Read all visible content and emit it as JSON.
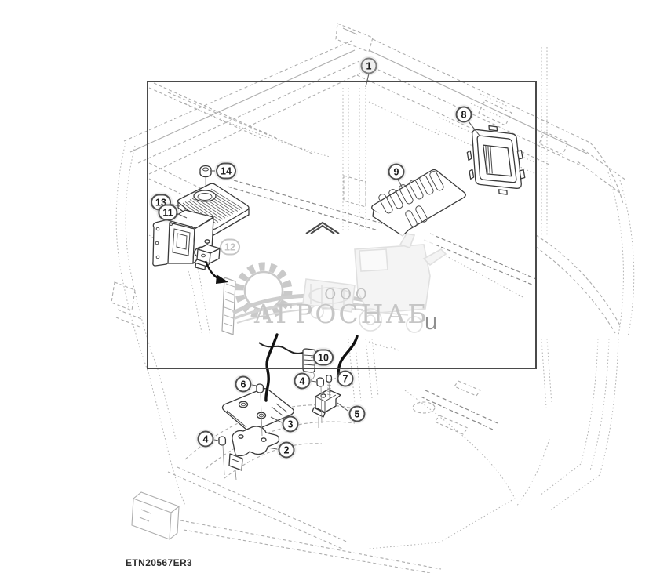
{
  "figure": {
    "code": "ETN20567ER3",
    "type_hint": "exploded parts line drawing of tractor cab interior with numbered callouts"
  },
  "watermark": {
    "org_form": "ООО",
    "company": "АГРОСНАБ",
    "stray_char": "u",
    "icons": [
      "gear-wheat-icon",
      "combine-harvester-icon"
    ],
    "text_color": "#c6c6c6"
  },
  "callouts": {
    "c1": {
      "label": "1"
    },
    "c2": {
      "label": "2"
    },
    "c3": {
      "label": "3"
    },
    "c4a": {
      "label": "4"
    },
    "c4b": {
      "label": "4"
    },
    "c5": {
      "label": "5"
    },
    "c6": {
      "label": "6"
    },
    "c7": {
      "label": "7"
    },
    "c8": {
      "label": "8"
    },
    "c9": {
      "label": "9"
    },
    "c10": {
      "label": "10"
    },
    "c11": {
      "label": "11"
    },
    "c12": {
      "label": "12"
    },
    "c13": {
      "label": "13"
    },
    "c14": {
      "label": "14"
    }
  },
  "colors": {
    "background": "#ffffff",
    "cab_lines": "#adadad",
    "part_lines": "#3a3a3a",
    "cable": "#111111",
    "balloon_border": "#4f4f4f",
    "watermark_gray": "#c6c6c6",
    "inset_border": "#4a4a4a"
  }
}
